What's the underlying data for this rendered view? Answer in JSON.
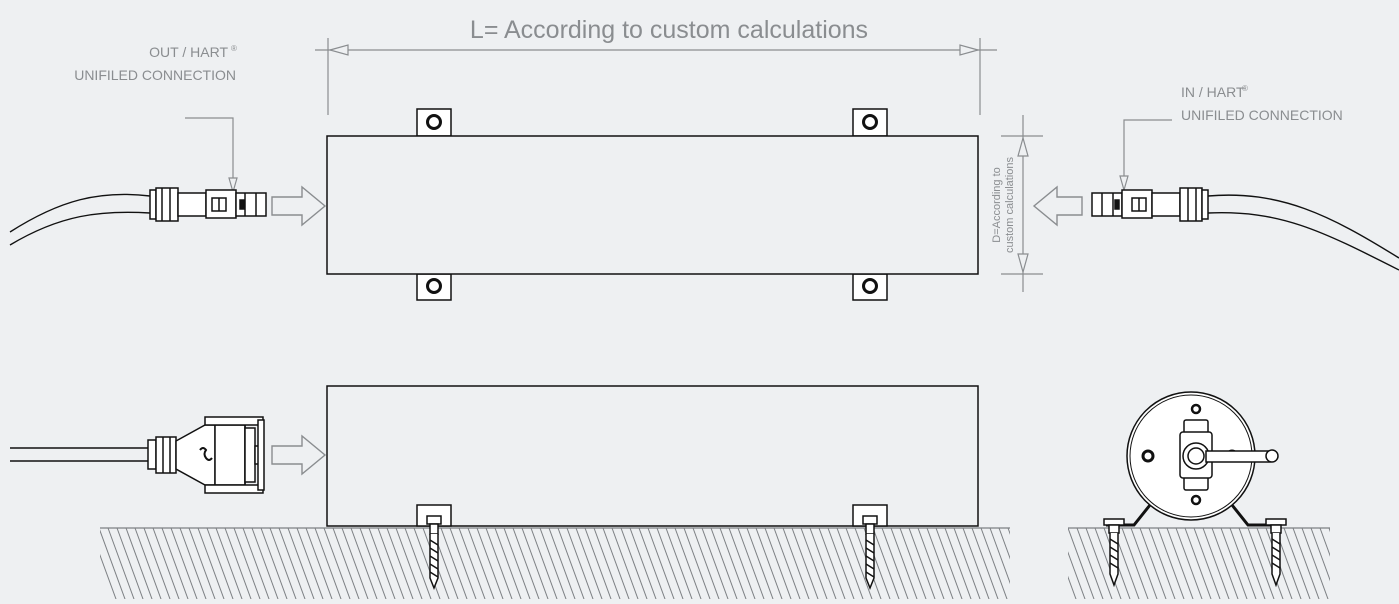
{
  "labels": {
    "length": "L= According to custom calculations",
    "out_line1": "OUT / HART",
    "out_line2": "UNIFILED CONNECTION",
    "in_line1": "IN / HART",
    "in_line2": "UNIFILED CONNECTION",
    "reg_mark": "®",
    "depth_line1": "D=According to",
    "depth_line2": "custom calculations"
  },
  "colors": {
    "background": "#eef0f2",
    "line": "#111111",
    "dimension": "#8a8d90",
    "label_text": "#8a8d90",
    "hatch": "#7d8084"
  }
}
